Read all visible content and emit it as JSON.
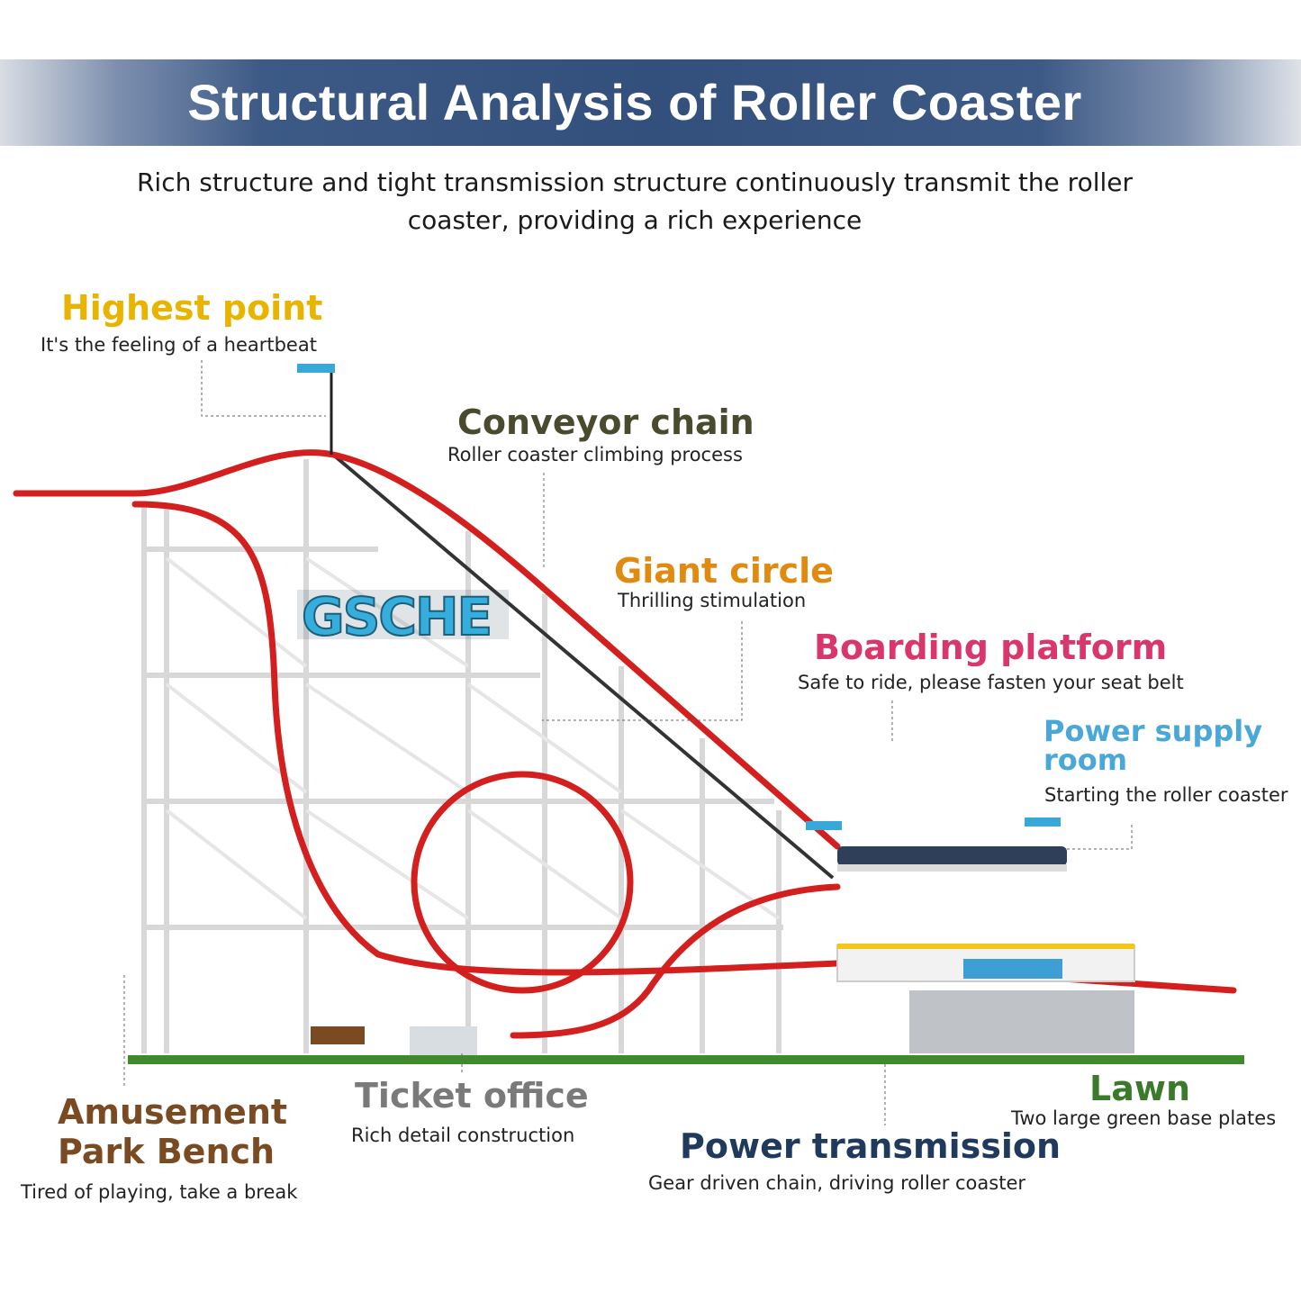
{
  "header": {
    "title": "Structural Analysis of Roller Coaster",
    "subtitle": "Rich structure and tight transmission structure continuously transmit the roller coaster, providing a rich experience"
  },
  "illustration": {
    "sign_text": "GSCHE"
  },
  "labels": {
    "highest_point": {
      "title": "Highest point",
      "desc": "It's the feeling of a heartbeat",
      "color": "#e8b400"
    },
    "conveyor_chain": {
      "title": "Conveyor chain",
      "desc": "Roller coaster climbing process",
      "color": "#4a4a2e"
    },
    "giant_circle": {
      "title": "Giant circle",
      "desc": "Thrilling stimulation",
      "color": "#e08a10"
    },
    "boarding_platform": {
      "title": "Boarding platform",
      "desc": "Safe to ride, please fasten your seat belt",
      "color": "#d9366b"
    },
    "power_supply_room": {
      "title_line1": "Power supply",
      "title_line2": "room",
      "desc": "Starting the roller coaster",
      "color": "#4aa8d8"
    },
    "amusement_park_bench": {
      "title_line1": "Amusement",
      "title_line2": "Park Bench",
      "desc": "Tired of playing, take a break",
      "color": "#7a4a22"
    },
    "ticket_office": {
      "title": "Ticket office",
      "desc": "Rich detail construction",
      "color": "#7a7a7a"
    },
    "power_transmission": {
      "title": "Power transmission",
      "desc": "Gear driven chain, driving roller coaster",
      "color": "#1f3a5c"
    },
    "lawn": {
      "title": "Lawn",
      "desc": "Two large green base plates",
      "color": "#3a7a2a"
    }
  }
}
